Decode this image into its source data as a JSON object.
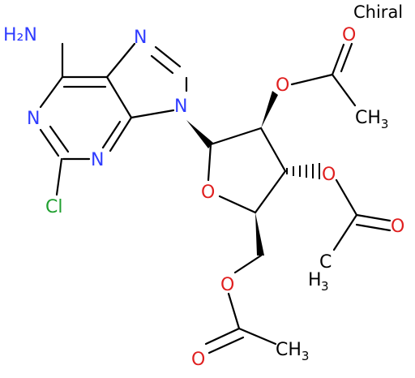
{
  "flag": "Chiral",
  "atoms": {
    "nh2": "H₂N",
    "n_purine_left": "N",
    "n_purine_lower": "N",
    "n7": "N",
    "n9": "N",
    "cl": "Cl",
    "o_ring": "O",
    "o_ester_2": "O",
    "o_carbonyl_2": "O",
    "o_ester_3": "O",
    "o_carbonyl_3": "O",
    "o_ester_5": "O",
    "o_carbonyl_5": "O"
  },
  "methyl": {
    "c": "CH",
    "sub": "3"
  }
}
